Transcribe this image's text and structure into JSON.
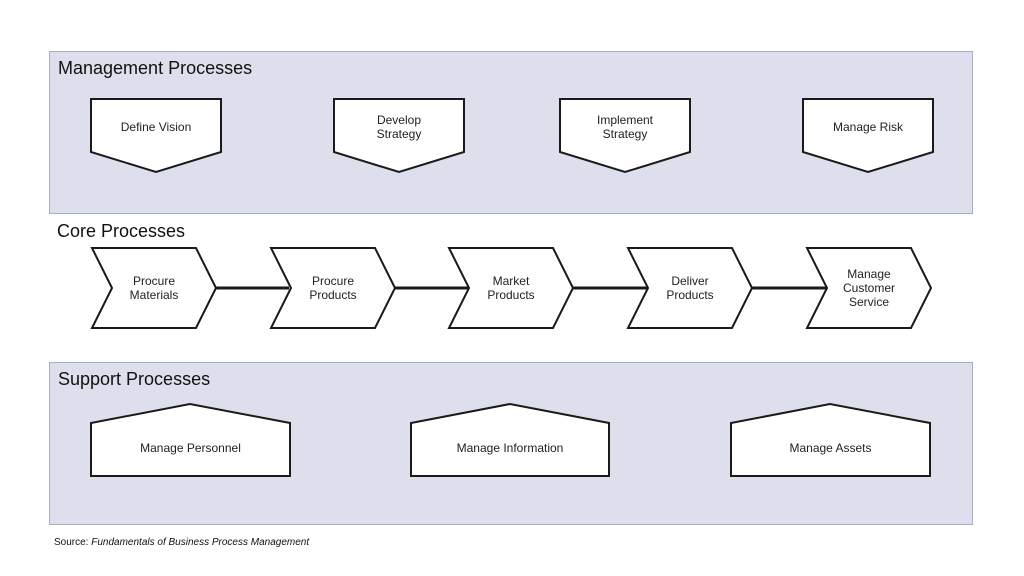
{
  "management": {
    "title": "Management Processes",
    "items": [
      "Define Vision",
      "Develop\nStrategy",
      "Implement\nStrategy",
      "Manage Risk"
    ]
  },
  "core": {
    "title": "Core Processes",
    "items": [
      "Procure\nMaterials",
      "Procure\nProducts",
      "Market\nProducts",
      "Deliver\nProducts",
      "Manage\nCustomer\nService"
    ]
  },
  "support": {
    "title": "Support Processes",
    "items": [
      "Manage Personnel",
      "Manage Information",
      "Manage Assets"
    ]
  },
  "source": {
    "prefix": "Source: ",
    "title": "Fundamentals of Business Process Management"
  }
}
